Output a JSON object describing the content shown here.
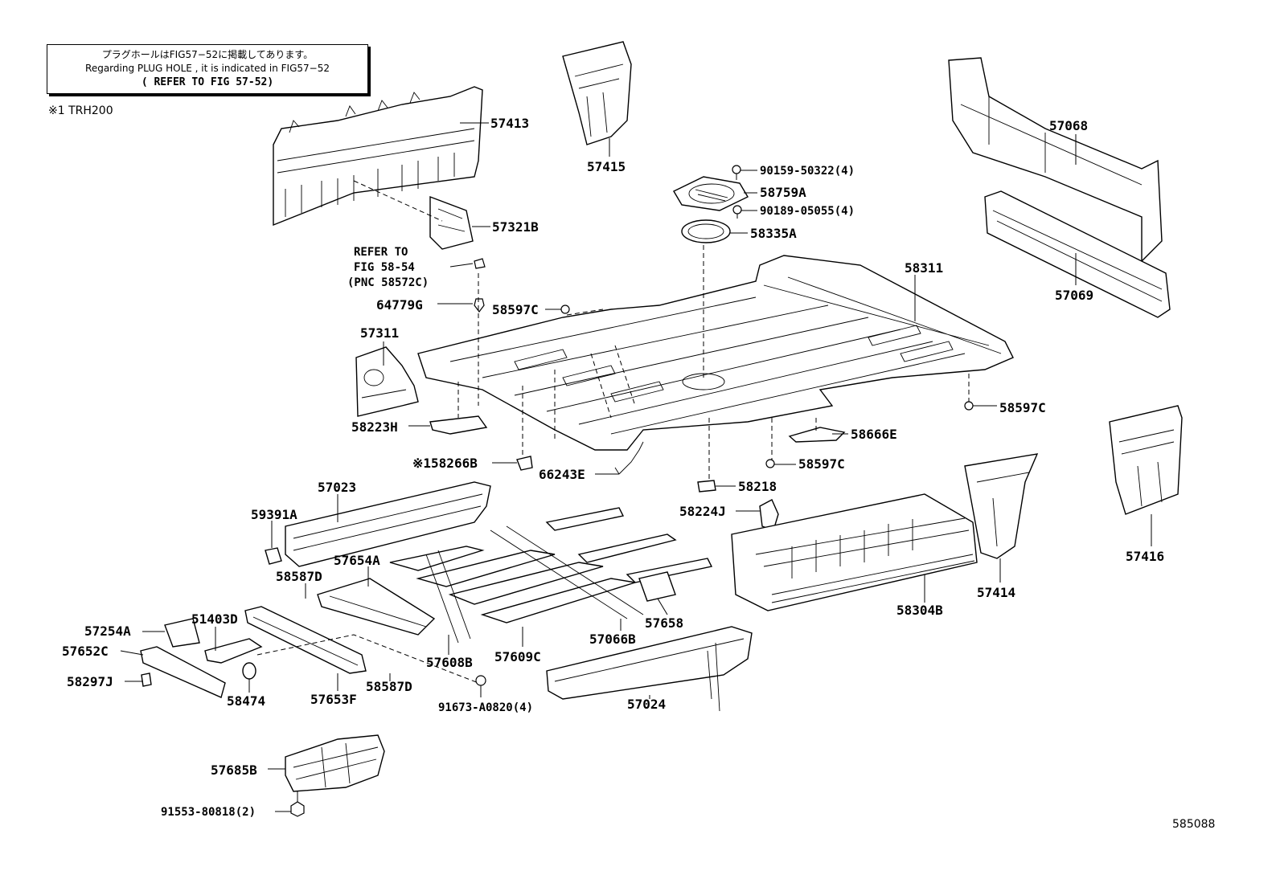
{
  "note": {
    "line1": "プラグホールはFIG57−52に掲載してあります。",
    "line2": "Regarding PLUG HOLE , it is indicated in FIG57−52",
    "line3": "( REFER TO FIG 57-52)"
  },
  "remark": "※1 TRH200",
  "refer": {
    "line1": "REFER TO",
    "line2": "FIG 58-54",
    "line3": "(PNC 58572C)"
  },
  "figure_id": "585088",
  "parts": [
    "57413",
    "57415",
    "57068",
    "90159-50322(4)",
    "58759A",
    "90189-05055(4)",
    "58335A",
    "57321B",
    "58311",
    "57069",
    "64779G",
    "58597C",
    "57311",
    "58597C",
    "58223H",
    "58666E",
    "※158266B",
    "66243E",
    "58597C",
    "58218",
    "57023",
    "58224J",
    "57416",
    "59391A",
    "57414",
    "57654A",
    "58587D",
    "58304B",
    "57658",
    "57254A",
    "51403D",
    "57066B",
    "57652C",
    "57608B",
    "57609C",
    "58297J",
    "58587D",
    "58474",
    "57653F",
    "91673-A0820(4)",
    "57024",
    "57685B",
    "91553-80818(2)"
  ]
}
